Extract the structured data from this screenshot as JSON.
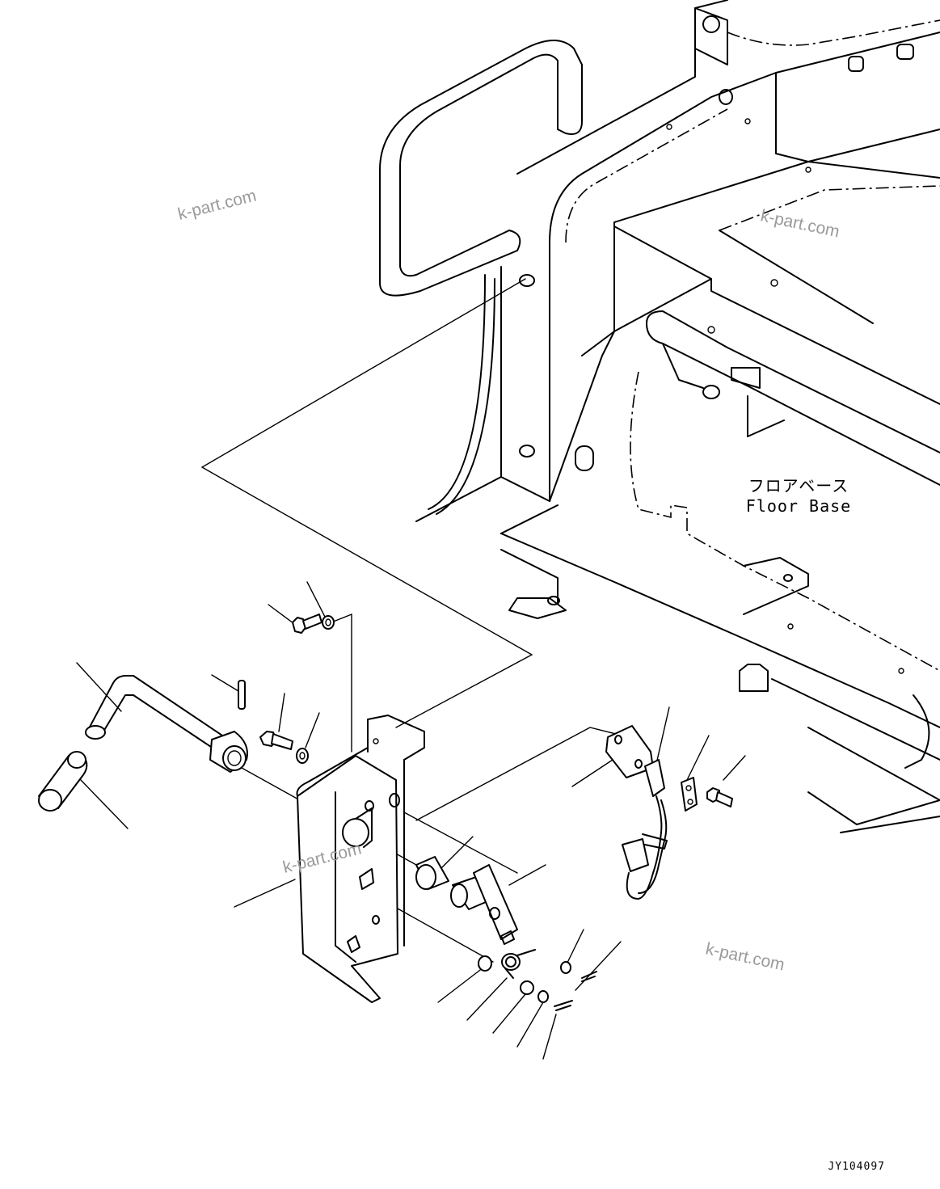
{
  "drawing": {
    "label_jp": "フロアベース",
    "label_en": "Floor Base",
    "drawing_code": "JY104097"
  },
  "watermarks": [
    "k-part.com",
    "k-part.com",
    "k-part.com",
    "k-part.com"
  ],
  "colors": {
    "line": "#000000",
    "background": "#ffffff",
    "watermark": "#9a9a9a"
  }
}
